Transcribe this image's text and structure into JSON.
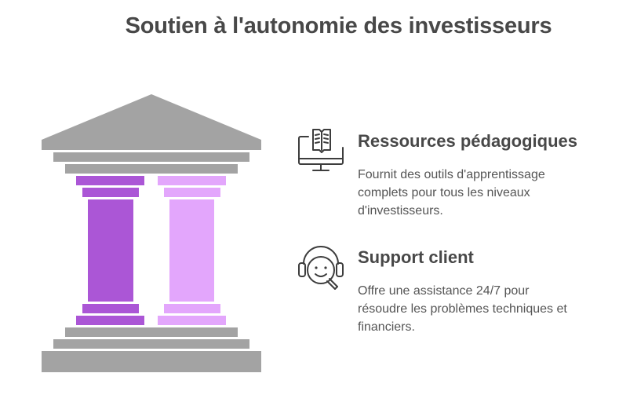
{
  "title": "Soutien à l'autonomie des investisseurs",
  "colors": {
    "stone": "#a3a3a3",
    "column_left": "#ab56d6",
    "column_right": "#e3a6fc",
    "text_dark": "#484848",
    "text_body": "#555555",
    "icon_stroke": "#3d3d3d"
  },
  "items": [
    {
      "icon": "book-monitor-icon",
      "heading": "Ressources pédagogiques",
      "description_lines": [
        "Fournit des outils d'apprentissage",
        "complets pour tous les niveaux",
        "d'investisseurs."
      ]
    },
    {
      "icon": "headset-support-icon",
      "heading": "Support client",
      "description_lines": [
        "Offre une assistance 24/7 pour",
        "résoudre les problèmes techniques et",
        "financiers."
      ]
    }
  ]
}
